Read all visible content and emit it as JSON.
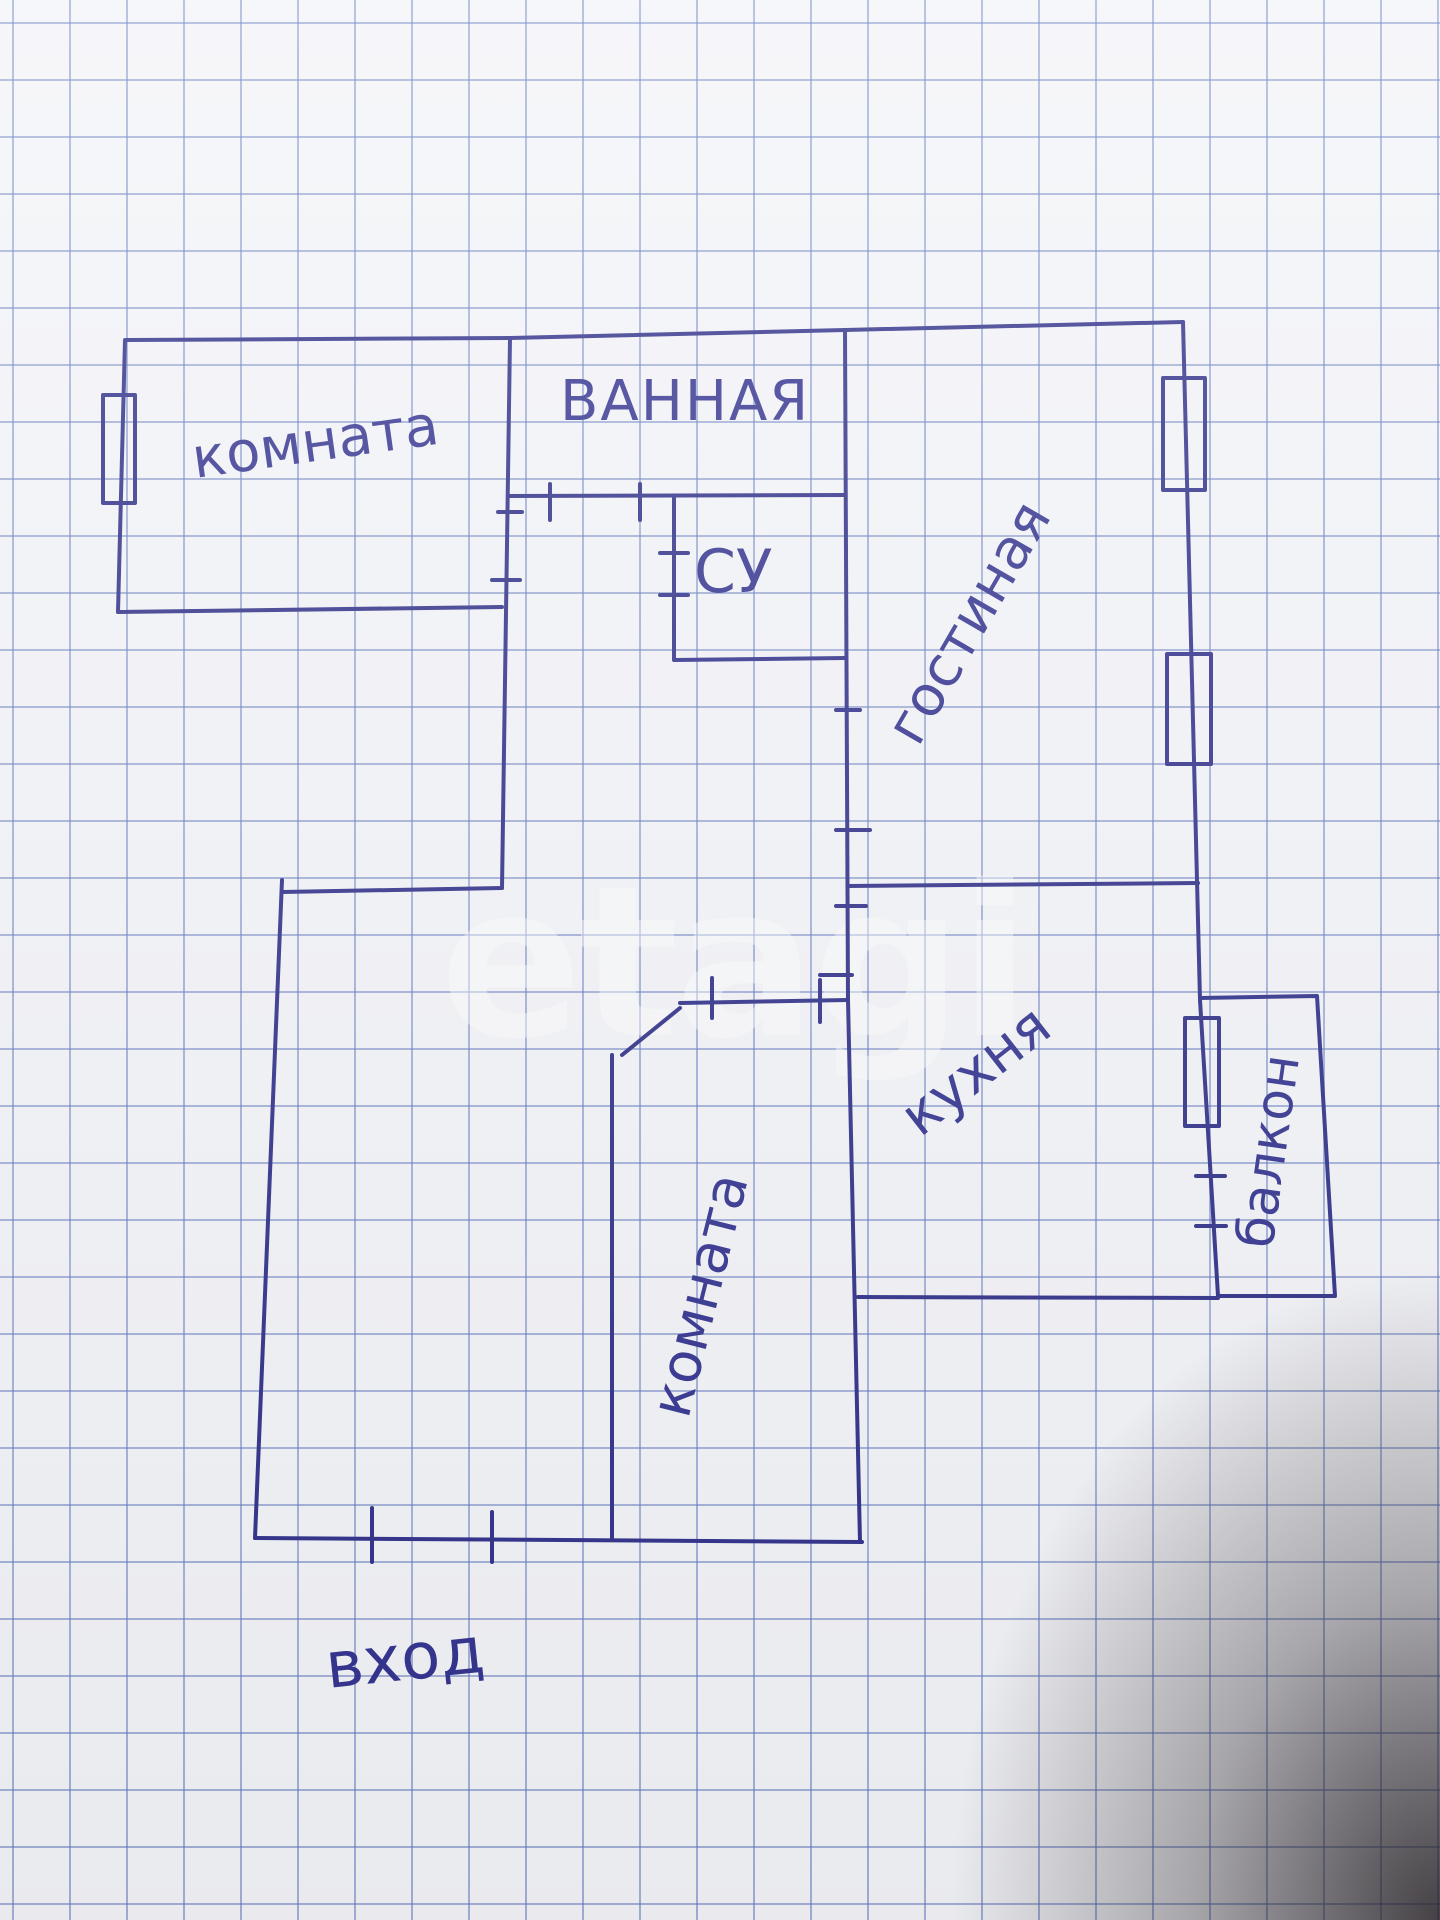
{
  "rooms": {
    "room_top_left": "комната",
    "bathroom": "ВАННАЯ",
    "toilet": "СУ",
    "living_room": "гостиная",
    "kitchen": "кухня",
    "room_middle": "комната",
    "balcony": "балкон",
    "entrance": "вход"
  },
  "watermark": "etagi",
  "colors": {
    "ink": "#2c2c88",
    "grid": "#5f78be",
    "paper": "#f3f4f8"
  }
}
